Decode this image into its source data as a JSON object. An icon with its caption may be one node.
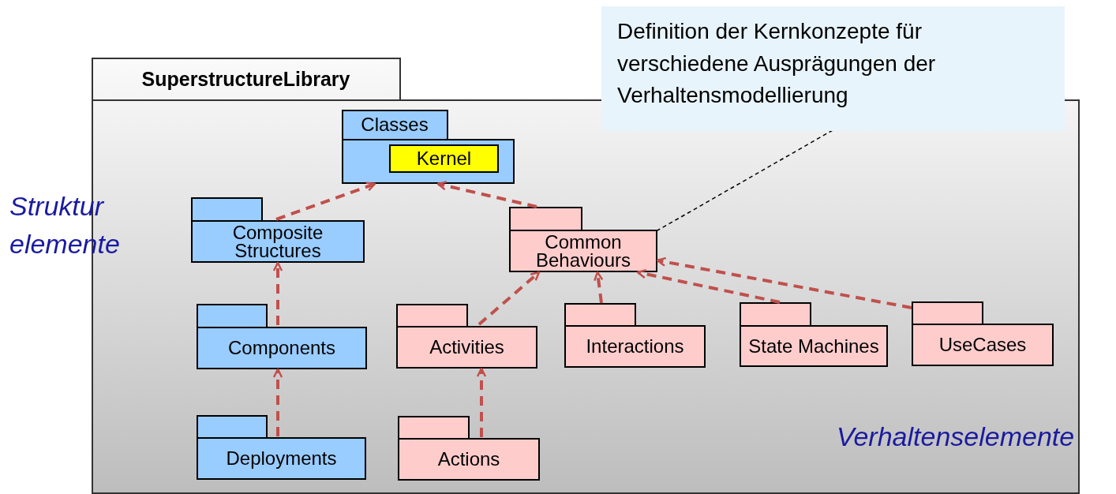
{
  "diagram": {
    "nodes": [
      {
        "text": [
          "SuperstructureLibrary"
        ]
      },
      {
        "text": [
          "Classes"
        ],
        "in": 0
      },
      {
        "text": [
          "Kernel"
        ],
        "in": 1
      },
      {
        "text": [
          "Composite Structures"
        ],
        "in": 0
      },
      {
        "text": [
          "Common Behaviours"
        ],
        "in": 0
      },
      {
        "text": [
          "Components"
        ],
        "in": 0
      },
      {
        "text": [
          "Activities"
        ],
        "in": 0
      },
      {
        "text": [
          "Interactions"
        ],
        "in": 0
      },
      {
        "text": [
          "State Machines"
        ],
        "in": 0
      },
      {
        "text": [
          "UseCases"
        ],
        "in": 0
      },
      {
        "text": [
          "Deployments"
        ],
        "in": 0
      },
      {
        "text": [
          "Actions"
        ],
        "in": 0
      },
      {
        "text": [
          "Definition der Kernkonzepte für verschiedene Ausprägungen der Verhaltensmodellierung"
        ]
      }
    ],
    "edges": [
      {
        "from": 3,
        "to": 1,
        "arrow": "to",
        "style": "dashed"
      },
      {
        "from": 4,
        "to": 1,
        "arrow": "to",
        "style": "dashed"
      },
      {
        "from": 5,
        "to": 3,
        "arrow": "to",
        "style": "dashed"
      },
      {
        "from": 10,
        "to": 5,
        "arrow": "to",
        "style": "dashed"
      },
      {
        "from": 6,
        "to": 4,
        "arrow": "to",
        "style": "dashed"
      },
      {
        "from": 7,
        "to": 4,
        "arrow": "to",
        "style": "dashed"
      },
      {
        "from": 8,
        "to": 4,
        "arrow": "to",
        "style": "dashed"
      },
      {
        "from": 9,
        "to": 4,
        "arrow": "to",
        "style": "dashed"
      },
      {
        "from": 11,
        "to": 6,
        "arrow": "to",
        "style": "dashed"
      },
      {
        "from": 12,
        "to": 4,
        "arrow": "none",
        "style": "dashed",
        "color": "#000000"
      }
    ],
    "labels": [
      "Struktur elemente",
      "Verhaltenselemente"
    ]
  }
}
